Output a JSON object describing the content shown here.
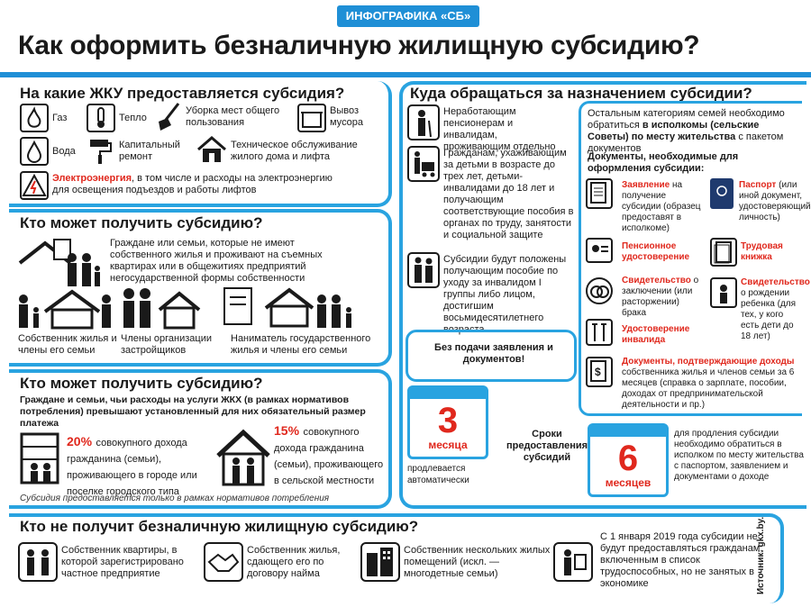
{
  "header": {
    "tag": "ИНФОГРАФИКА «СБ»",
    "title": "Как оформить безналичную жилищную субсидию?"
  },
  "s1": {
    "title": "На какие ЖКУ предоставляется субсидия?",
    "items": [
      "Газ",
      "Тепло",
      "Уборка мест общего пользования",
      "Вывоз мусора",
      "Вода",
      "Капитальный ремонт",
      "Техническое обслуживание жилого дома и лифта"
    ],
    "elec_red": "Электроэнергия",
    "elec_rest1": ", в том числе и расходы на электроэнергию",
    "elec_rest2": "для освещения подъездов и работы лифтов"
  },
  "s2": {
    "title": "Кто может получить субсидию?",
    "desc": "Граждане или семьи, которые не имеют собственного жилья и проживают на съемных квартирах или в общежитиях предприятий негосударственной формы собственности",
    "c1": "Собственник жилья и члены его семьи",
    "c2": "Члены организации застройщиков",
    "c3": "Наниматель государственного жилья и члены его семьи"
  },
  "s3": {
    "title": "Кто может получить субсидию?",
    "desc": "Граждане и семьи, чьи расходы на услуги ЖКХ (в рамках нормативов потребления) превышают установленный для них обязательный размер платежа",
    "p1_pct": "20%",
    "p1_text": "совокупного дохода гражданина (семьи), проживающего в городе или поселке городского типа",
    "p2_pct": "15%",
    "p2_text": "совокупного дохода гражданина (семьи), проживающего в сельской местности",
    "note": "Субсидия предоставляется только в рамках нормативов потребления"
  },
  "s4": {
    "title": "Куда обращаться за назначением субсидии?",
    "a1": "Неработающим пенсионерам и инвалидам, проживающим отдельно",
    "a2": "Гражданам, ухаживающим за детьми в возрасте до трех лет, детьми-инвалидами до 18 лет и получающим соответствующие пособия в органах по труду, занятости и социальной защите",
    "a3": "Субсидии будут положены получающим пособие по уходу за инвалидом I группы либо лицом, достигшим восьмидесятилетнего возраста",
    "other1": "Остальным категориям семей необходимо обратиться",
    "other_bold": "в исполкомы (сельские Советы) по месту жительства",
    "other2": "с пакетом документов",
    "docs_title": "Документы, необходимые для оформления субсидии:",
    "d1_red": "Заявление",
    "d1": "на получение субсидии (образец предоставят в исполкоме)",
    "d2_red": "Паспорт",
    "d2": "(или иной документ, удостоверяющий личность)",
    "d3_red": "Пенсионное удостоверение",
    "d4_red": "Трудовая книжка",
    "d5_red": "Свидетельство",
    "d5": "о заключении (или расторжении) брака",
    "d6_red": "Свидетельство",
    "d6": "о рождении ребенка (для тех, у кого есть дети до 18 лет)",
    "d7_red": "Удостоверение инвалида",
    "d8_red": "Документы, подтверждающие доходы",
    "d8": "собственника жилья и членов семьи за 6 месяцев (справка о зарплате, пособии, доходах от предпринимательской деятельности и пр.)",
    "no_app": "Без подачи заявления и документов!",
    "n3": "3",
    "m3": "месяца",
    "auto": "продлевается автоматически",
    "terms": "Сроки предоставления субсидий",
    "n6": "6",
    "m6": "месяцев",
    "ext": "для продления субсидии необходимо обратиться в исполком по месту жительства с паспортом, заявлением и документами о доходе"
  },
  "s5": {
    "title": "Кто не получит безналичную жилищную субсидию?",
    "i1": "Собственник квартиры, в которой зарегистрировано частное предприятие",
    "i2": "Собственник жилья, сдающего его по договору найма",
    "i3": "Собственник нескольких жилых помещений (искл. — многодетные семьи)",
    "i4": "С 1 января 2019 года субсидии не будут предоставляться гражданам, включенным в список трудоспособных, но не занятых в экономике",
    "source": "Источник: gkx.by."
  },
  "colors": {
    "accent": "#29a3e0",
    "red": "#e0281d",
    "text": "#1a1a1a"
  }
}
